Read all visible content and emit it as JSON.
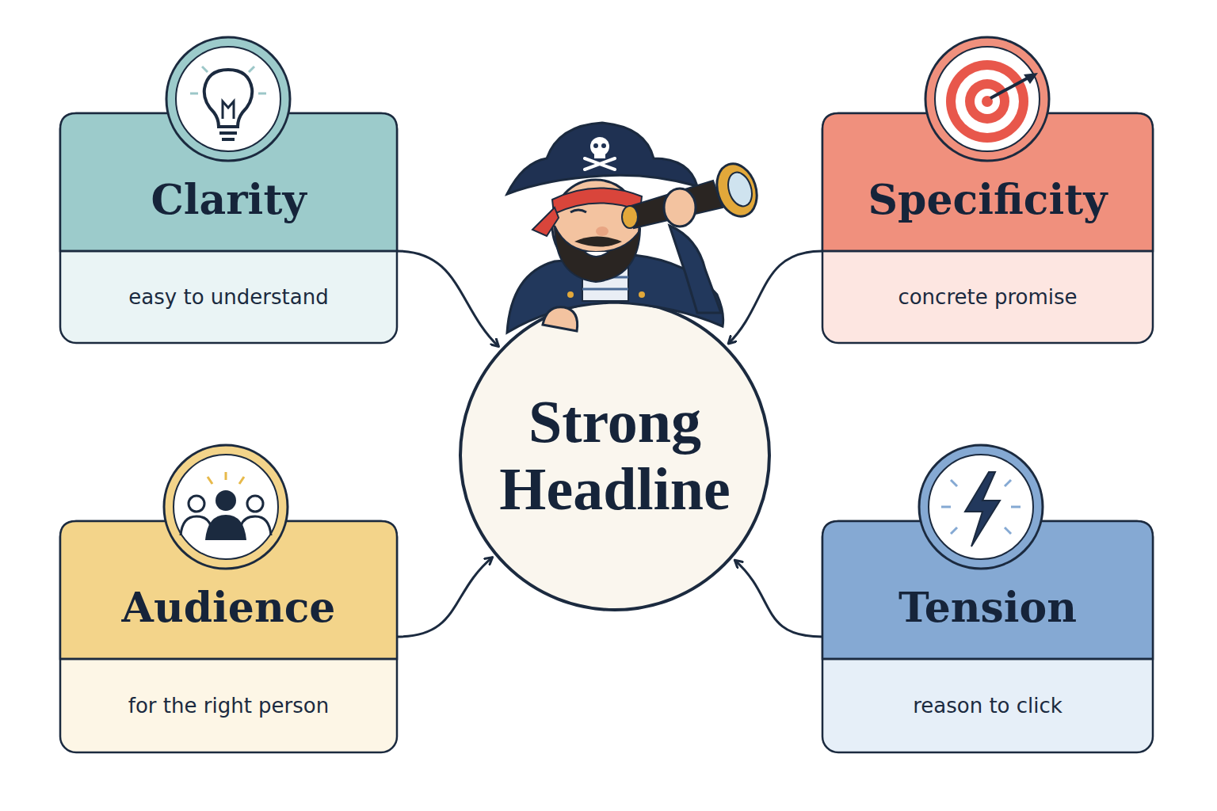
{
  "diagram": {
    "nodes": [
      {
        "text": [
          "Clarity",
          "easy to understand"
        ]
      },
      {
        "text": [
          "Specificity",
          "concrete promise"
        ]
      },
      {
        "text": [
          "Strong Headline"
        ]
      },
      {
        "text": [
          "Audience",
          "for the right person"
        ]
      },
      {
        "text": [
          "Tension",
          "reason to click"
        ]
      }
    ],
    "edges": [
      {
        "from": 0,
        "to": 2,
        "arrow": "to"
      },
      {
        "from": 1,
        "to": 2,
        "arrow": "to"
      },
      {
        "from": 3,
        "to": 2,
        "arrow": "to"
      },
      {
        "from": 4,
        "to": 2,
        "arrow": "to"
      }
    ]
  }
}
